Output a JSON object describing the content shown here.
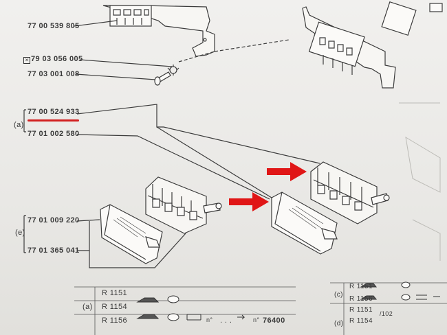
{
  "parts": {
    "p1": "77 00 539 805",
    "p2": "79 03 056 005",
    "p3": "77 03 001 008",
    "p4": "77 00 524 933",
    "p5": "77 01 002 580",
    "p6": "77 01 009 220",
    "p7": "77 01 365 041"
  },
  "group_labels": {
    "a": "(a)",
    "e": "(e)"
  },
  "legend_left": {
    "tag": "(a)",
    "rows": [
      {
        "model": "R 1151"
      },
      {
        "model": "R 1154"
      },
      {
        "model": "R 1156",
        "n1": "n°",
        "dots": ". . .",
        "n2": "n°",
        "num": "76400"
      }
    ]
  },
  "legend_right": {
    "tag_c": "(c)",
    "tag_d": "(d)",
    "rows": [
      {
        "model": "R 1151"
      },
      {
        "model": "R 1156"
      },
      {
        "model": "R 1151",
        "extra": "/102"
      },
      {
        "model": "R 1154"
      }
    ]
  },
  "colors": {
    "accent_red": "#d21f1f",
    "ink": "#3a3a3a",
    "paper": "#efeeeb"
  }
}
